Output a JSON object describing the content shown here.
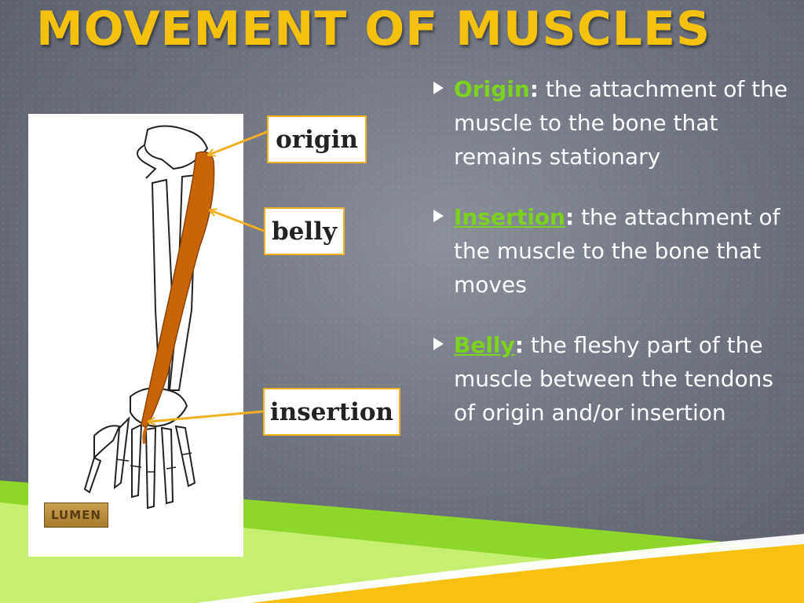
{
  "title": "MOVEMENT OF MUSCLES",
  "colors": {
    "title": "#f5c10f",
    "term": "#7dd21e",
    "muscle": "#c8650a",
    "callout_border": "#f0b020",
    "background": "#6f7480",
    "swoosh_green": "#8fd62a",
    "swoosh_yellow": "#f8c010"
  },
  "figure": {
    "logo": "LUMEN",
    "labels": {
      "origin": "origin",
      "belly": "belly",
      "insertion": "insertion"
    }
  },
  "definitions": [
    {
      "term": "Origin",
      "colon": ":",
      "text": " the attachment of the muscle to the bone that remains stationary"
    },
    {
      "term": "Insertion",
      "colon": ":",
      "text": " the attachment of the muscle to the bone that moves"
    },
    {
      "term": "Belly",
      "colon": ":",
      "text": " the fleshy part of the muscle between the tendons of origin and/or insertion"
    }
  ]
}
